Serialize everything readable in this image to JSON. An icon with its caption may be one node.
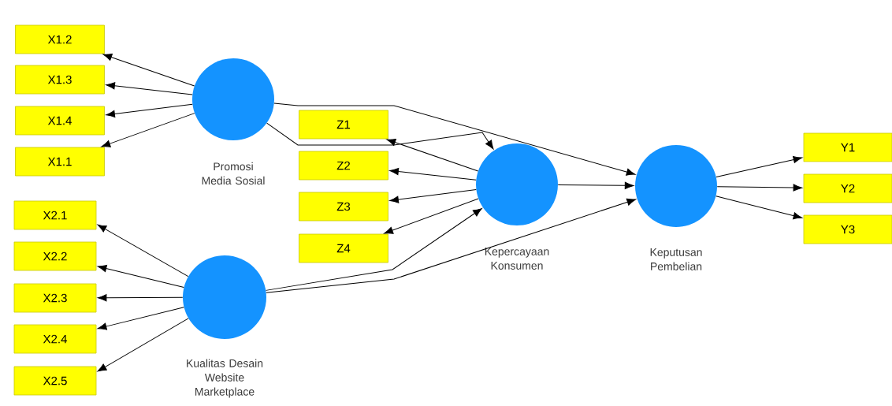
{
  "diagram": {
    "nodes": [
      {
        "text": [
          "X1.2"
        ]
      },
      {
        "text": [
          "X1.3"
        ]
      },
      {
        "text": [
          "X1.4"
        ]
      },
      {
        "text": [
          "X1.1"
        ]
      },
      {
        "text": [
          "Promosi Media Sosial"
        ]
      },
      {
        "text": [
          "X2.1"
        ]
      },
      {
        "text": [
          "X2.2"
        ]
      },
      {
        "text": [
          "X2.3"
        ]
      },
      {
        "text": [
          "X2.4"
        ]
      },
      {
        "text": [
          "X2.5"
        ]
      },
      {
        "text": [
          "Kualitas Desain Website Marketplace"
        ]
      },
      {
        "text": [
          "Z1"
        ]
      },
      {
        "text": [
          "Z2"
        ]
      },
      {
        "text": [
          "Z3"
        ]
      },
      {
        "text": [
          "Z4"
        ]
      },
      {
        "text": [
          "Kepercayaan Konsumen"
        ]
      },
      {
        "text": [
          "Keputusan Pembelian"
        ]
      },
      {
        "text": [
          "Y1"
        ]
      },
      {
        "text": [
          "Y2"
        ]
      },
      {
        "text": [
          "Y3"
        ]
      }
    ],
    "edges": [
      {
        "from": 4,
        "to": 0,
        "arrow": "to"
      },
      {
        "from": 4,
        "to": 1,
        "arrow": "to"
      },
      {
        "from": 4,
        "to": 2,
        "arrow": "to"
      },
      {
        "from": 4,
        "to": 3,
        "arrow": "to"
      },
      {
        "from": 10,
        "to": 5,
        "arrow": "to"
      },
      {
        "from": 10,
        "to": 6,
        "arrow": "to"
      },
      {
        "from": 10,
        "to": 7,
        "arrow": "to"
      },
      {
        "from": 10,
        "to": 8,
        "arrow": "to"
      },
      {
        "from": 10,
        "to": 9,
        "arrow": "to"
      },
      {
        "from": 4,
        "to": 15,
        "arrow": "to"
      },
      {
        "from": 4,
        "to": 16,
        "arrow": "to"
      },
      {
        "from": 10,
        "to": 15,
        "arrow": "to"
      },
      {
        "from": 10,
        "to": 16,
        "arrow": "to"
      },
      {
        "from": 15,
        "to": 11,
        "arrow": "to"
      },
      {
        "from": 15,
        "to": 12,
        "arrow": "to"
      },
      {
        "from": 15,
        "to": 13,
        "arrow": "to"
      },
      {
        "from": 15,
        "to": 14,
        "arrow": "to"
      },
      {
        "from": 15,
        "to": 16,
        "arrow": "to"
      },
      {
        "from": 16,
        "to": 17,
        "arrow": "to"
      },
      {
        "from": 16,
        "to": 18,
        "arrow": "to"
      },
      {
        "from": 16,
        "to": 19,
        "arrow": "to"
      }
    ]
  }
}
